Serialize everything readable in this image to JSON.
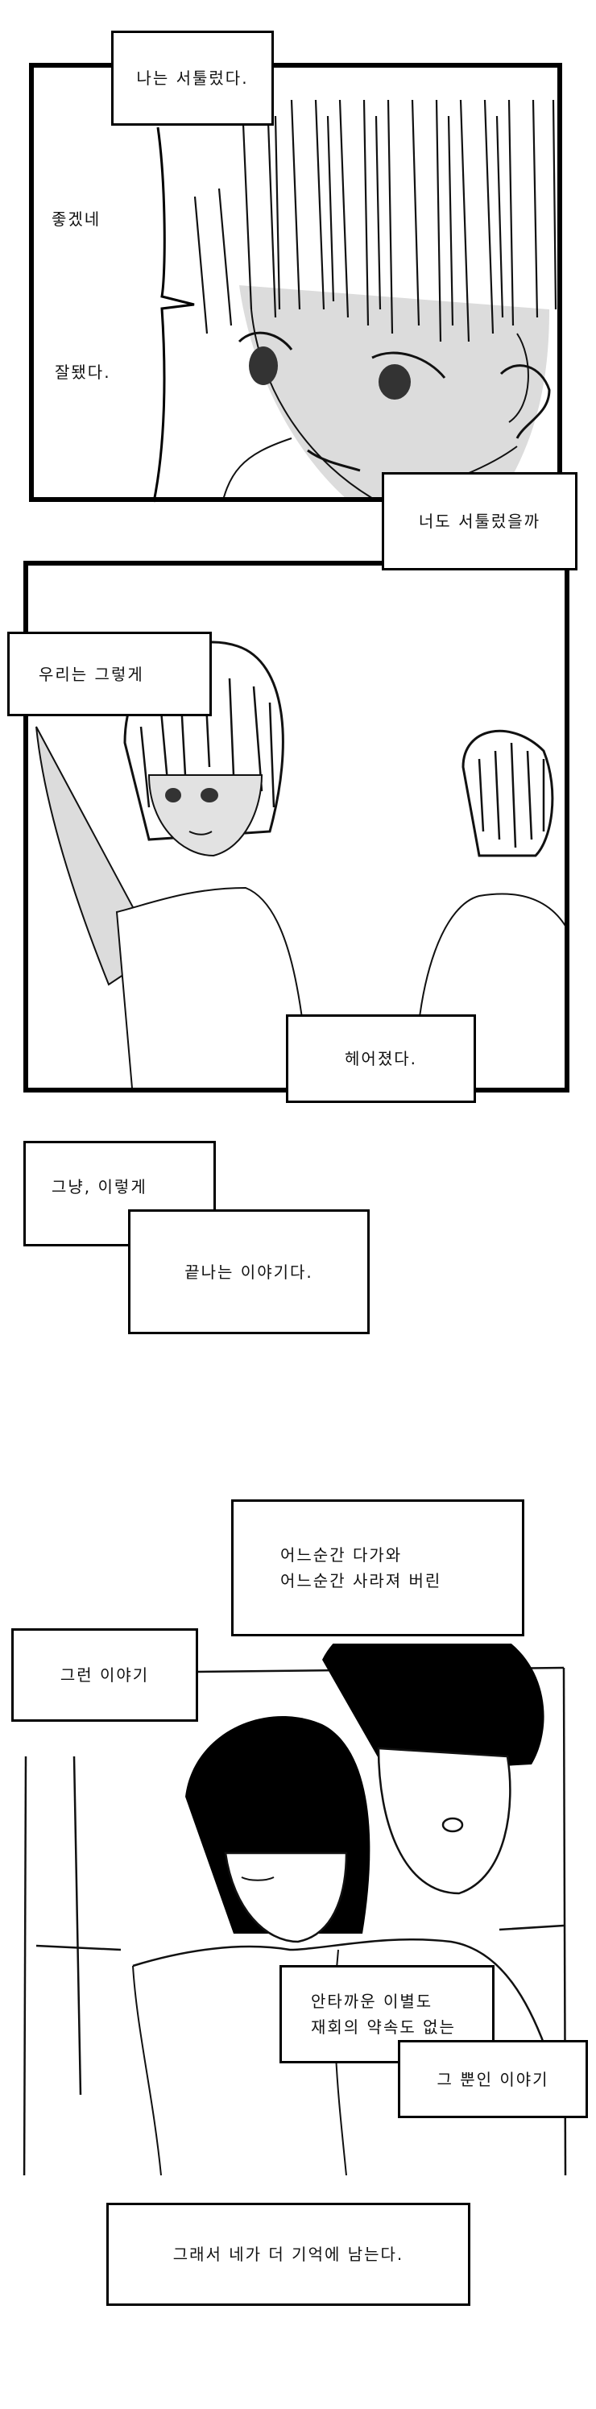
{
  "panel1": {
    "caption_top": "나는 서툴렀다.",
    "speech_line1": "좋겠네",
    "speech_line2": "잘됐다.",
    "caption_bottom": "너도 서툴렀을까"
  },
  "panel2": {
    "caption_top": "우리는 그렇게",
    "caption_bottom": "헤어졌다."
  },
  "narration1": {
    "box1": "그냥, 이렇게",
    "box2": "끝나는 이야기다."
  },
  "narration2": {
    "line1": "어느순간 다가와",
    "line2": "어느순간 사라져 버린"
  },
  "panel3": {
    "caption_top": "그런 이야기",
    "caption_mid_line1": "안타까운 이별도",
    "caption_mid_line2": "재회의 약속도 없는",
    "caption_bottom": "그 뿐인 이야기"
  },
  "ending": {
    "caption": "그래서 네가 더 기억에 남는다."
  },
  "colors": {
    "ink": "#000000",
    "paper": "#ffffff",
    "shade": "#d9d9d9"
  }
}
